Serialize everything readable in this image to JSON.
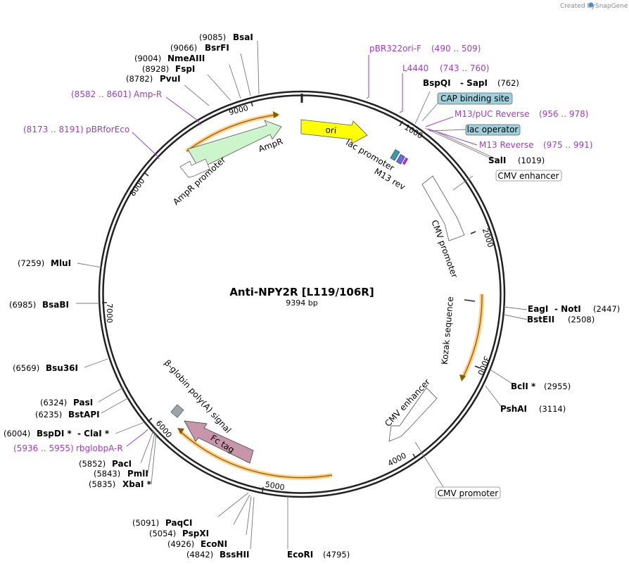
{
  "branding": {
    "created_by": "Created by",
    "name": "SnapGene",
    "logo_color": "#4a90c8"
  },
  "plasmid": {
    "name": "Anti-NPY2R [L119/106R]",
    "length": "9394 bp"
  },
  "colors": {
    "primer": "#a03bc9",
    "ori": "#ffff00",
    "ampr": "#ccf5cc",
    "fc_tag": "#c896aa",
    "highlight": "#ffb84d",
    "box_fill": "#9ed0dc"
  },
  "ticks": [
    "1000",
    "2000",
    "3000",
    "4000",
    "5000",
    "6000",
    "7000",
    "8000",
    "9000"
  ],
  "sites": [
    {
      "id": "BsaI",
      "name": "BsaI",
      "num": "(9085)",
      "star": ""
    },
    {
      "id": "BsrFI",
      "name": "BsrFI",
      "num": "(9066)",
      "star": ""
    },
    {
      "id": "NmeAIII",
      "name": "NmeAIII",
      "num": "(9004)",
      "star": ""
    },
    {
      "id": "FspI",
      "name": "FspI",
      "num": "(8928)",
      "star": ""
    },
    {
      "id": "PvuI",
      "name": "PvuI",
      "num": "(8782)",
      "star": ""
    },
    {
      "id": "BspQI",
      "name": "BspQI",
      "num": "(762)",
      "star": "",
      "extra": "SapI"
    },
    {
      "id": "SalI",
      "name": "SalI",
      "num": "(1019)",
      "star": ""
    },
    {
      "id": "EagI",
      "name": "EagI",
      "num": "(2447)",
      "star": "",
      "extra": "NotI"
    },
    {
      "id": "BstEII",
      "name": "BstEII",
      "num": "(2508)",
      "star": ""
    },
    {
      "id": "BclI",
      "name": "BclI",
      "num": "(2955)",
      "star": " *"
    },
    {
      "id": "PshAI",
      "name": "PshAI",
      "num": "(3114)",
      "star": ""
    },
    {
      "id": "EcoRI",
      "name": "EcoRI",
      "num": "(4795)",
      "star": ""
    },
    {
      "id": "BssHII",
      "name": "BssHII",
      "num": "(4842)",
      "star": ""
    },
    {
      "id": "EcoNI",
      "name": "EcoNI",
      "num": "(4926)",
      "star": ""
    },
    {
      "id": "PspXI",
      "name": "PspXI",
      "num": "(5054)",
      "star": ""
    },
    {
      "id": "PaqCI",
      "name": "PaqCI",
      "num": "(5091)",
      "star": ""
    },
    {
      "id": "XbaI",
      "name": "XbaI",
      "num": "(5835)",
      "star": " *"
    },
    {
      "id": "PmlI",
      "name": "PmlI",
      "num": "(5843)",
      "star": ""
    },
    {
      "id": "PacI",
      "name": "PacI",
      "num": "(5852)",
      "star": ""
    },
    {
      "id": "BspDI",
      "name": "BspDI",
      "num": "(6004)",
      "star": " *",
      "extra": "ClaI *"
    },
    {
      "id": "BstAPI",
      "name": "BstAPI",
      "num": "(6235)",
      "star": ""
    },
    {
      "id": "PasI",
      "name": "PasI",
      "num": "(6324)",
      "star": ""
    },
    {
      "id": "Bsu36I",
      "name": "Bsu36I",
      "num": "(6569)",
      "star": ""
    },
    {
      "id": "BsaBI",
      "name": "BsaBI",
      "num": "(6985)",
      "star": ""
    },
    {
      "id": "MluI",
      "name": "MluI",
      "num": "(7259)",
      "star": ""
    }
  ],
  "primers": [
    {
      "id": "pBR322ori-F",
      "name": "pBR322ori-F",
      "range": "(490 .. 509)"
    },
    {
      "id": "L4440",
      "name": "L4440",
      "range": "(743 .. 760)"
    },
    {
      "id": "M13pUCReverse",
      "name": "M13/pUC Reverse",
      "range": "(956 .. 978)"
    },
    {
      "id": "M13Reverse",
      "name": "M13 Reverse",
      "range": "(975 .. 991)"
    },
    {
      "id": "AmpR",
      "name": "Amp-R",
      "range": "(8582 .. 8601)"
    },
    {
      "id": "pBRforEco",
      "name": "pBRforEco",
      "range": "(8173 .. 8191)"
    },
    {
      "id": "rbglobpA-R",
      "name": "rbglobpA-R",
      "range": "(5936 .. 5955)"
    }
  ],
  "boxed": {
    "cap": "CAP binding site",
    "lacop": "lac operator",
    "cmv_enh": "CMV enhancer",
    "cmv_prom": "CMV promoter"
  },
  "features": {
    "ori": "ori",
    "lac_promoter": "lac promoter",
    "m13_rev": "M13 rev",
    "cmv_promoter": "CMV promoter",
    "kozak": "Kozak sequence",
    "cmv_enhancer": "CMV enhancer",
    "fc_tag": "Fc tag",
    "globin": "β-globin poly(A) signal",
    "ampr": "AmpR",
    "ampr_promoter": "AmpR promoter"
  }
}
